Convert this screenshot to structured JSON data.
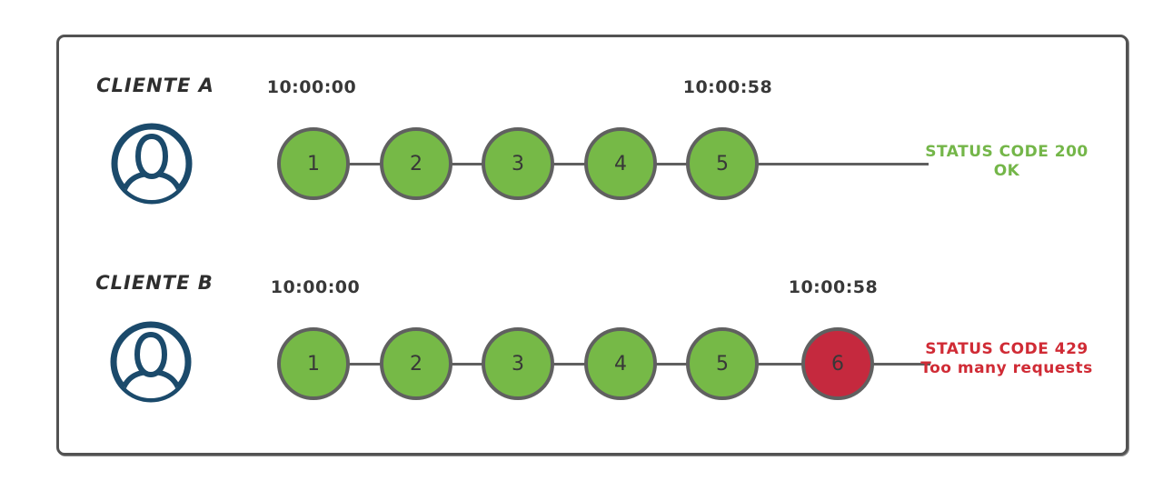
{
  "colors": {
    "ok_green": "#76b947",
    "error_red": "#c5293e",
    "status_green_text": "#74b649",
    "status_red_text": "#d02b35",
    "line_gray": "#5f5f5f",
    "circle_border_gray": "#606060",
    "avatar_navy": "#1b4a6b"
  },
  "rows": [
    {
      "client": "CLIENTE A",
      "start_time": "10:00:00",
      "end_time": "10:00:58",
      "requests": [
        "1",
        "2",
        "3",
        "4",
        "5"
      ],
      "status_line1": "STATUS CODE 200",
      "status_line2": "OK"
    },
    {
      "client": "CLIENTE B",
      "start_time": "10:00:00",
      "end_time": "10:00:58",
      "requests": [
        "1",
        "2",
        "3",
        "4",
        "5",
        "6"
      ],
      "status_line1": "STATUS CODE 429",
      "status_line2": "Too many requests"
    }
  ]
}
